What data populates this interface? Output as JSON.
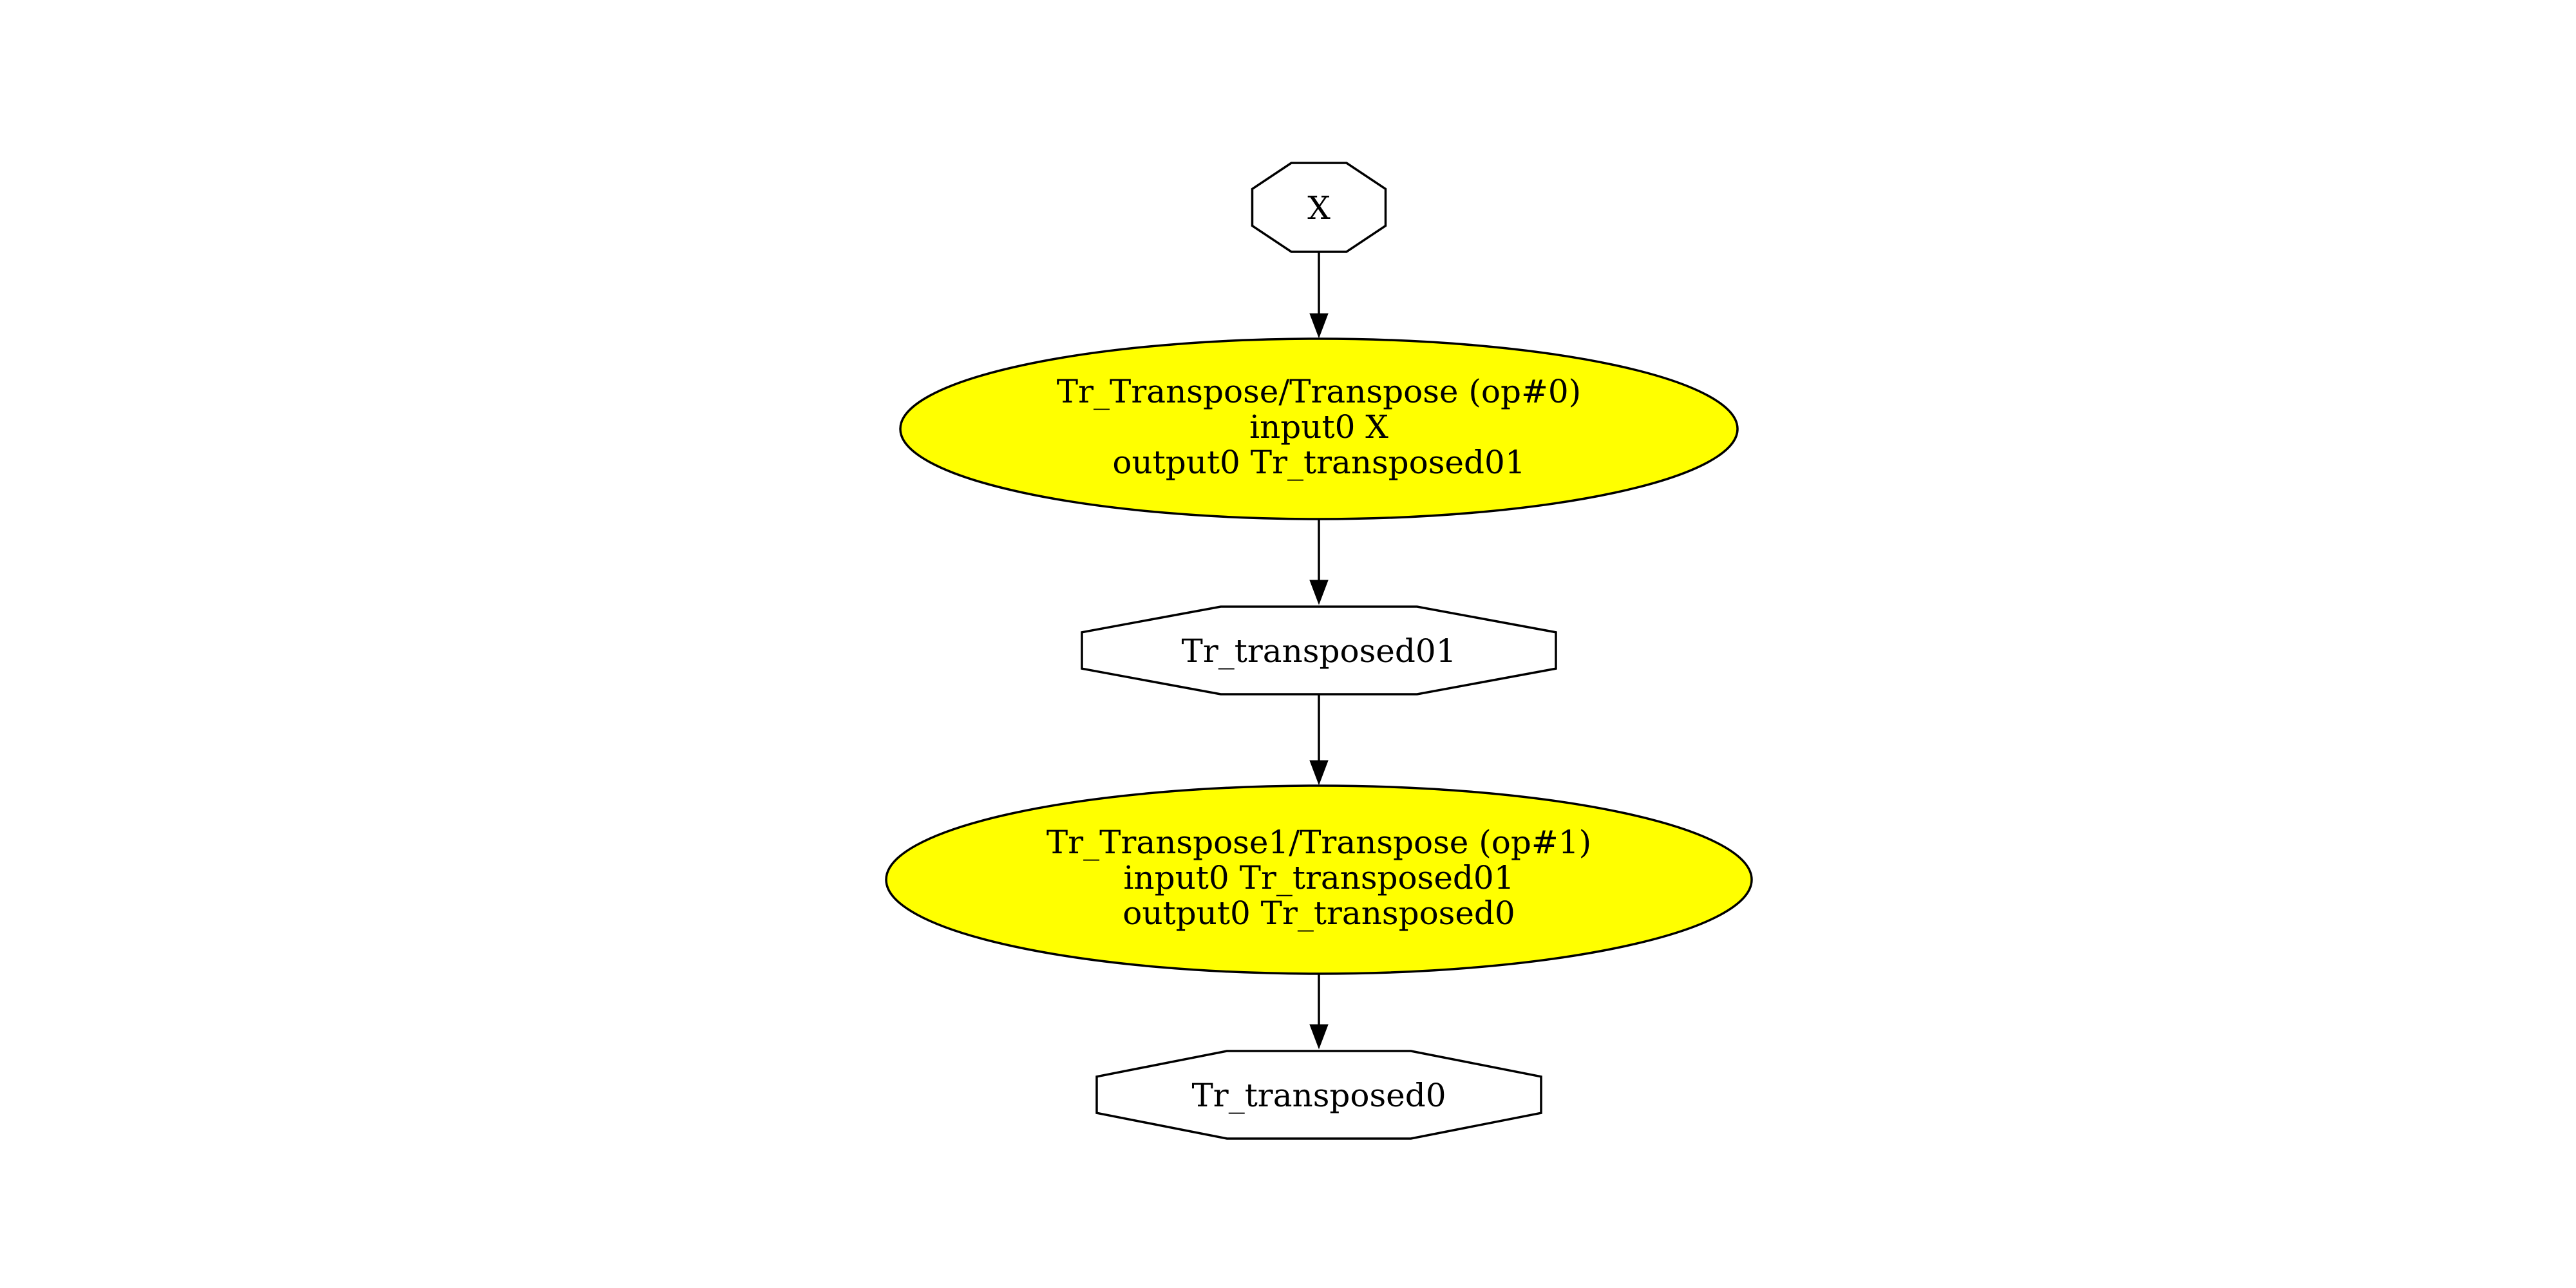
{
  "diagram": {
    "type": "graph",
    "description": "ONNX-style transpose computation graph",
    "colors": {
      "background": "#ffffff",
      "operator_fill": "#ffff00",
      "tensor_fill": "#ffffff",
      "stroke": "#000000",
      "text": "#000000"
    },
    "nodes": {
      "input_x": {
        "shape": "octagon",
        "role": "tensor",
        "label": "X"
      },
      "op0": {
        "shape": "ellipse",
        "role": "operator",
        "lines": [
          "Tr_Transpose/Transpose (op#0)",
          "input0 X",
          "output0 Tr_transposed01"
        ]
      },
      "tensor01": {
        "shape": "octagon",
        "role": "tensor",
        "label": "Tr_transposed01"
      },
      "op1": {
        "shape": "ellipse",
        "role": "operator",
        "lines": [
          "Tr_Transpose1/Transpose (op#1)",
          "input0 Tr_transposed01",
          "output0 Tr_transposed0"
        ]
      },
      "tensor0": {
        "shape": "octagon",
        "role": "tensor",
        "label": "Tr_transposed0"
      }
    },
    "edges": [
      {
        "from": "X",
        "to": "Tr_Transpose/Transpose (op#0)"
      },
      {
        "from": "Tr_Transpose/Transpose (op#0)",
        "to": "Tr_transposed01"
      },
      {
        "from": "Tr_transposed01",
        "to": "Tr_Transpose1/Transpose (op#1)"
      },
      {
        "from": "Tr_Transpose1/Transpose (op#1)",
        "to": "Tr_transposed0"
      }
    ]
  }
}
